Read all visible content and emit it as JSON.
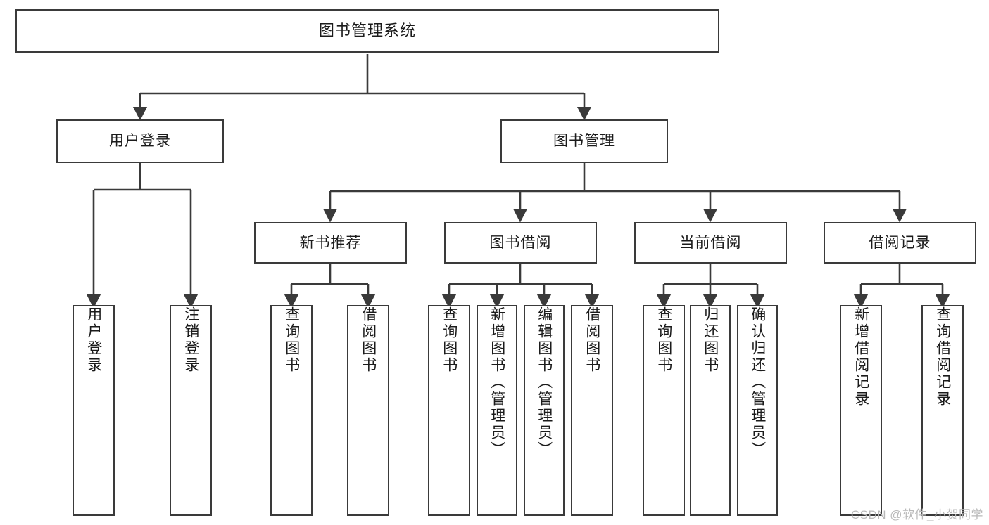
{
  "diagram": {
    "title": "图书管理系统",
    "type": "tree-hierarchy-chart",
    "watermark": "CSDN @软件_小贺同学",
    "colors": {
      "stroke": "#3a3a3a",
      "fill": "#ffffff",
      "text": "#1b1b1b",
      "watermark": "#b9b9b9"
    }
  },
  "nodes": {
    "root": {
      "label": "图书管理系统"
    },
    "level2": [
      {
        "id": "user-login",
        "label": "用户登录"
      },
      {
        "id": "book-manage",
        "label": "图书管理"
      }
    ],
    "level3": [
      {
        "id": "new-book-recommend",
        "label": "新书推荐"
      },
      {
        "id": "book-borrow",
        "label": "图书借阅"
      },
      {
        "id": "current-borrow",
        "label": "当前借阅"
      },
      {
        "id": "borrow-record",
        "label": "借阅记录"
      }
    ],
    "leaves": [
      {
        "id": "leaf-user-login",
        "label": "用户登录",
        "parent": "user-login"
      },
      {
        "id": "leaf-logout-login",
        "label": "注销登录",
        "parent": "user-login"
      },
      {
        "id": "leaf-query-book-1",
        "label": "查询图书",
        "parent": "new-book-recommend"
      },
      {
        "id": "leaf-borrow-book-1",
        "label": "借阅图书",
        "parent": "new-book-recommend"
      },
      {
        "id": "leaf-query-book-2",
        "label": "查询图书",
        "parent": "book-borrow"
      },
      {
        "id": "leaf-add-book",
        "label": "新增图书（管理员）",
        "parent": "book-borrow"
      },
      {
        "id": "leaf-edit-book",
        "label": "编辑图书（管理员）",
        "parent": "book-borrow"
      },
      {
        "id": "leaf-borrow-book-2",
        "label": "借阅图书",
        "parent": "book-borrow"
      },
      {
        "id": "leaf-query-book-3",
        "label": "查询图书",
        "parent": "current-borrow"
      },
      {
        "id": "leaf-return-book",
        "label": "归还图书",
        "parent": "current-borrow"
      },
      {
        "id": "leaf-confirm-return",
        "label": "确认归还（管理员）",
        "parent": "current-borrow"
      },
      {
        "id": "leaf-add-record",
        "label": "新增借阅记录",
        "parent": "borrow-record"
      },
      {
        "id": "leaf-query-record",
        "label": "查询借阅记录",
        "parent": "borrow-record"
      }
    ]
  }
}
